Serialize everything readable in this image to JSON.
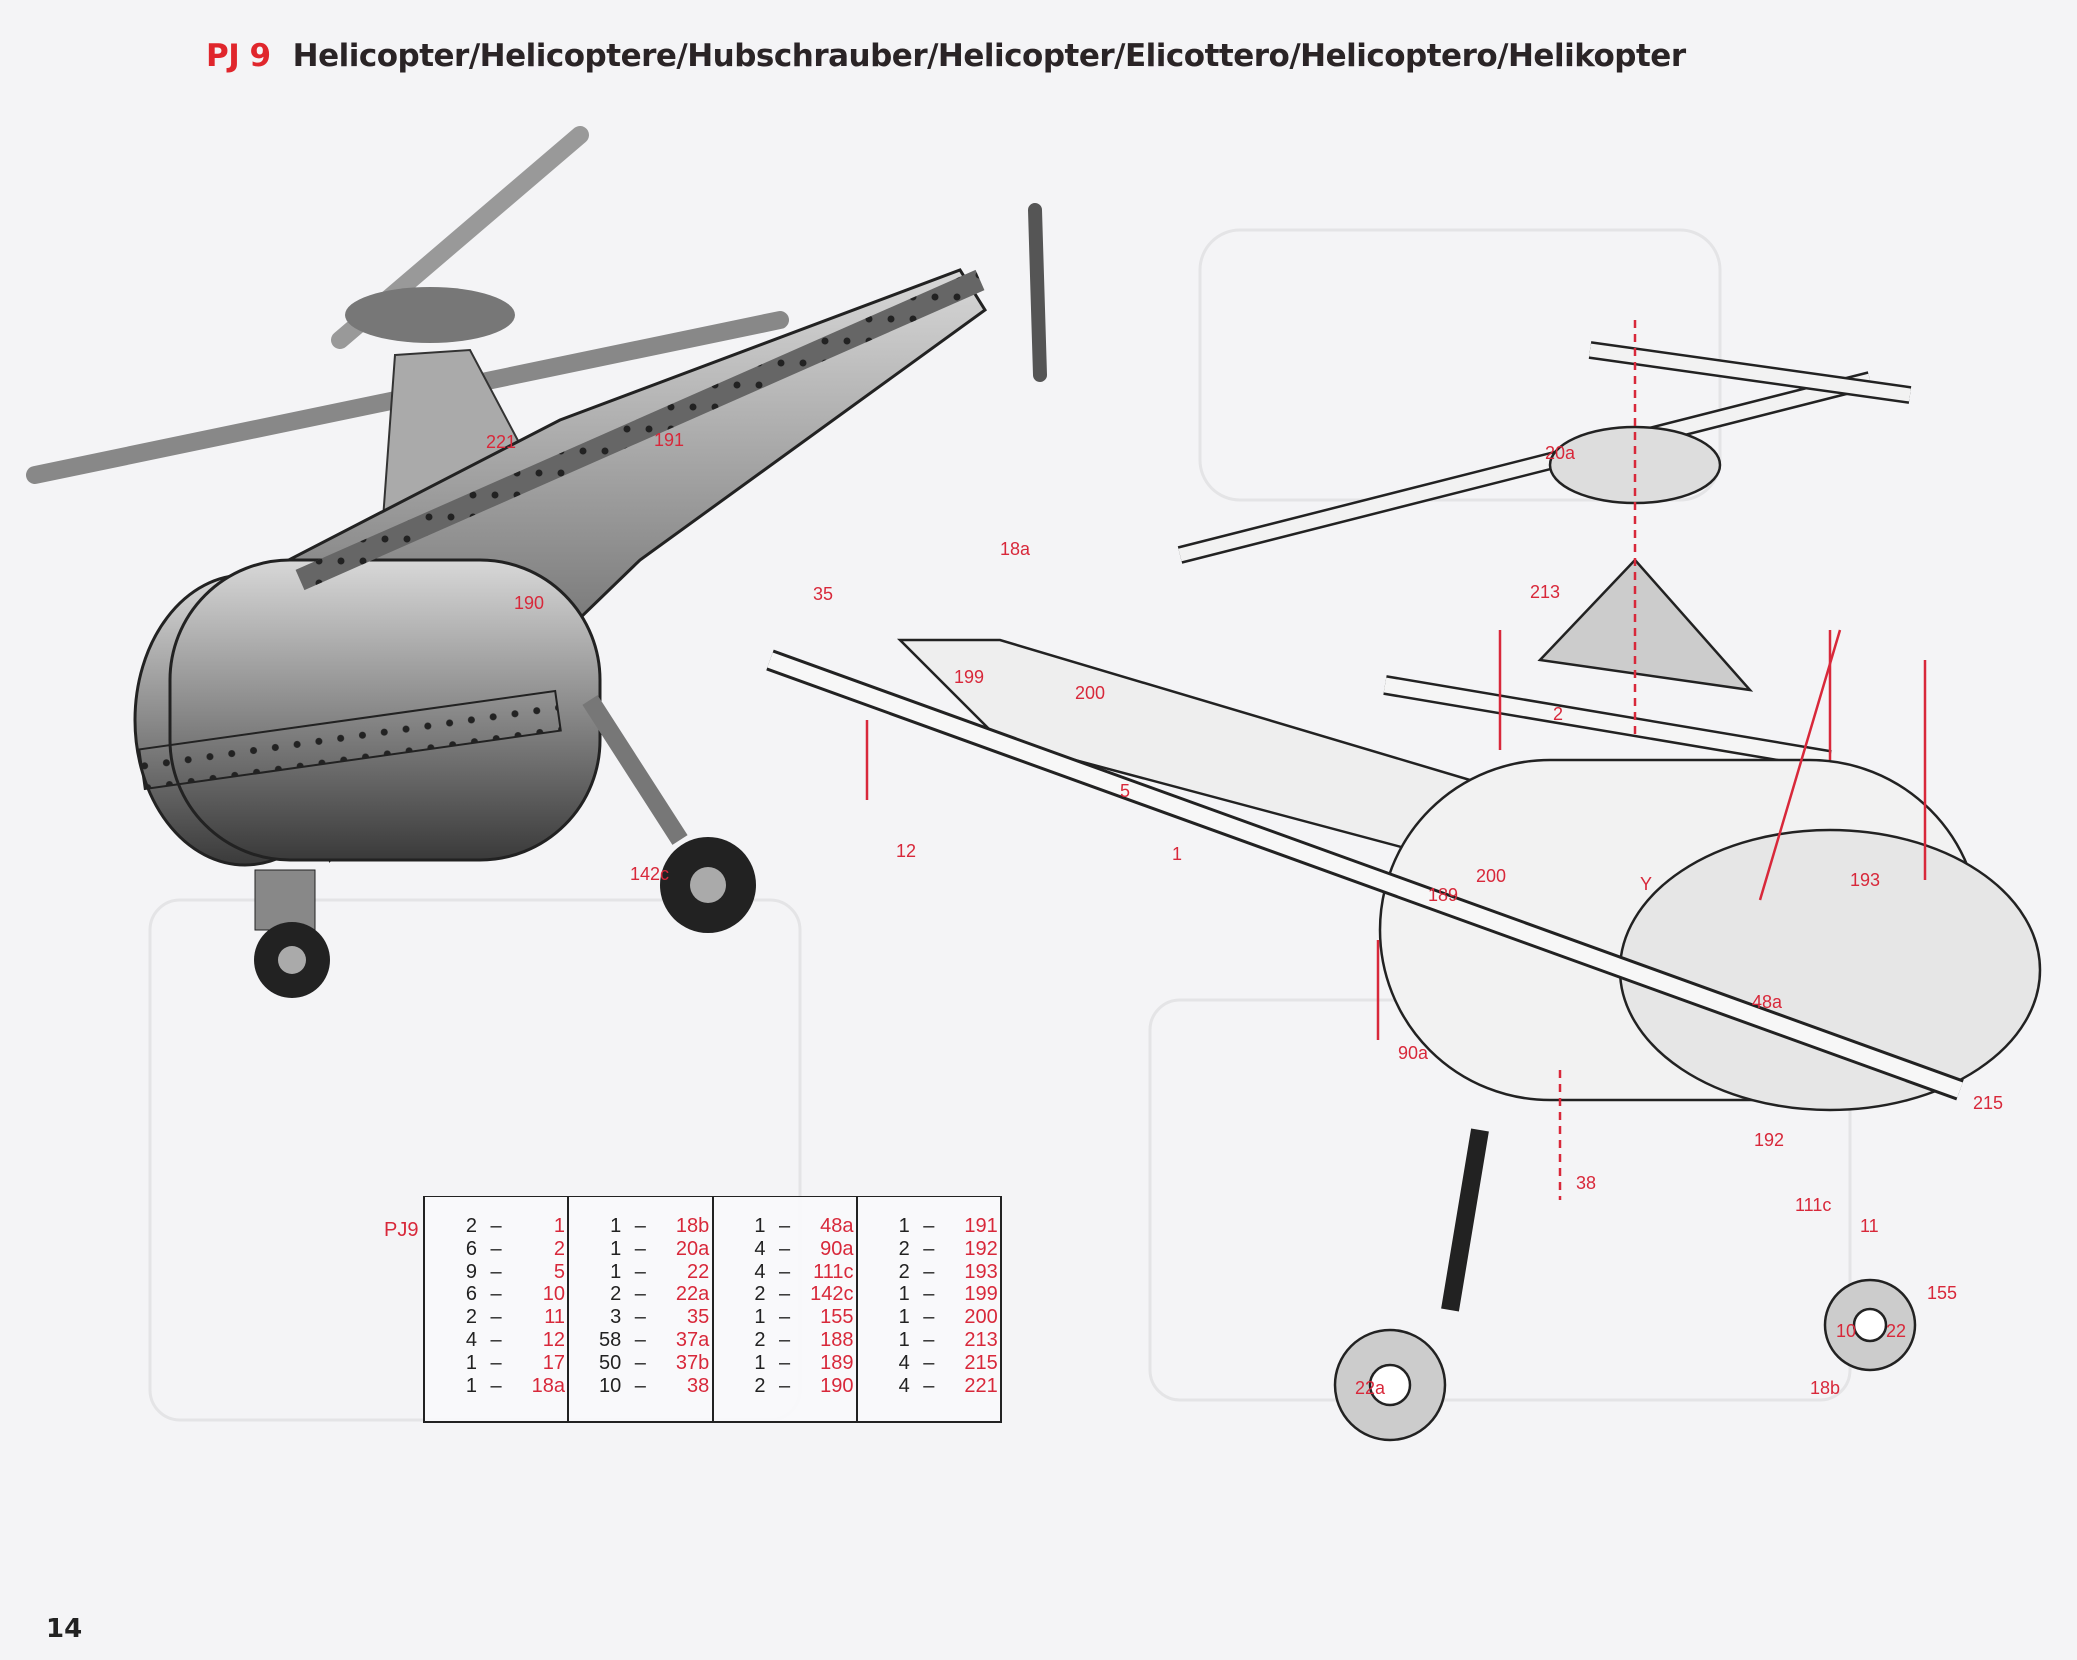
{
  "header": {
    "code": "PJ 9",
    "title": "Helicopter/Helicoptere/Hubschrauber/Helicopter/Elicottero/Helicoptero/Helikopter"
  },
  "page_number": "14",
  "model_labels": [
    "221",
    "191",
    "190",
    "142c"
  ],
  "exploded_labels": [
    "18a",
    "35",
    "199",
    "200",
    "20a",
    "213",
    "2",
    "5",
    "12",
    "1",
    "189",
    "200",
    "Y",
    "193",
    "48a",
    "90a",
    "215",
    "192",
    "38",
    "111c",
    "11",
    "155",
    "10",
    "22",
    "22a",
    "18b"
  ],
  "parts_list": {
    "label": "PJ9",
    "columns": [
      [
        {
          "q": "2",
          "p": "1"
        },
        {
          "q": "6",
          "p": "2"
        },
        {
          "q": "9",
          "p": "5"
        },
        {
          "q": "6",
          "p": "10"
        },
        {
          "q": "2",
          "p": "11"
        },
        {
          "q": "4",
          "p": "12"
        },
        {
          "q": "1",
          "p": "17"
        },
        {
          "q": "1",
          "p": "18a"
        }
      ],
      [
        {
          "q": "1",
          "p": "18b"
        },
        {
          "q": "1",
          "p": "20a"
        },
        {
          "q": "1",
          "p": "22"
        },
        {
          "q": "2",
          "p": "22a"
        },
        {
          "q": "3",
          "p": "35"
        },
        {
          "q": "58",
          "p": "37a"
        },
        {
          "q": "50",
          "p": "37b"
        },
        {
          "q": "10",
          "p": "38"
        }
      ],
      [
        {
          "q": "1",
          "p": "48a"
        },
        {
          "q": "4",
          "p": "90a"
        },
        {
          "q": "4",
          "p": "111c"
        },
        {
          "q": "2",
          "p": "142c"
        },
        {
          "q": "1",
          "p": "155"
        },
        {
          "q": "2",
          "p": "188"
        },
        {
          "q": "1",
          "p": "189"
        },
        {
          "q": "2",
          "p": "190"
        }
      ],
      [
        {
          "q": "1",
          "p": "191"
        },
        {
          "q": "2",
          "p": "192"
        },
        {
          "q": "2",
          "p": "193"
        },
        {
          "q": "1",
          "p": "199"
        },
        {
          "q": "1",
          "p": "200"
        },
        {
          "q": "1",
          "p": "213"
        },
        {
          "q": "4",
          "p": "215"
        },
        {
          "q": "4",
          "p": "221"
        }
      ]
    ],
    "dash": "–"
  },
  "colors": {
    "accent": "#d8283a",
    "text": "#2a2426",
    "paper": "#f4f4f6"
  }
}
